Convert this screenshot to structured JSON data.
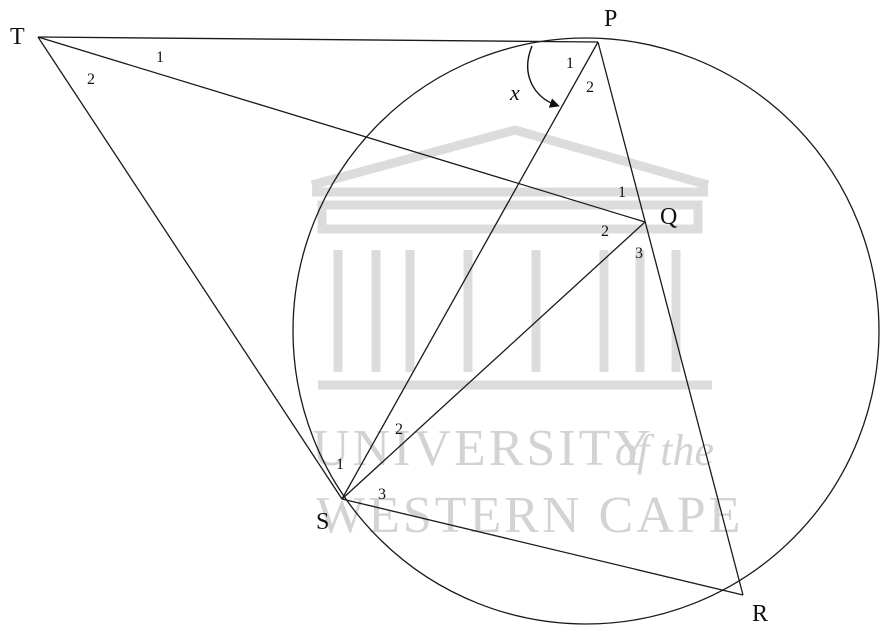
{
  "watermark": {
    "line1_main": "UNIVERSITY",
    "line1_italic": "of the",
    "line2": "WESTERN CAPE"
  },
  "points": {
    "T": "T",
    "P": "P",
    "Q": "Q",
    "S": "S",
    "R": "R"
  },
  "angles": {
    "T1": "1",
    "T2": "2",
    "P1": "1",
    "P2": "2",
    "Q1": "1",
    "Q2": "2",
    "Q3": "3",
    "S1": "1",
    "S2": "2",
    "S3": "3"
  },
  "angle_x": "x"
}
